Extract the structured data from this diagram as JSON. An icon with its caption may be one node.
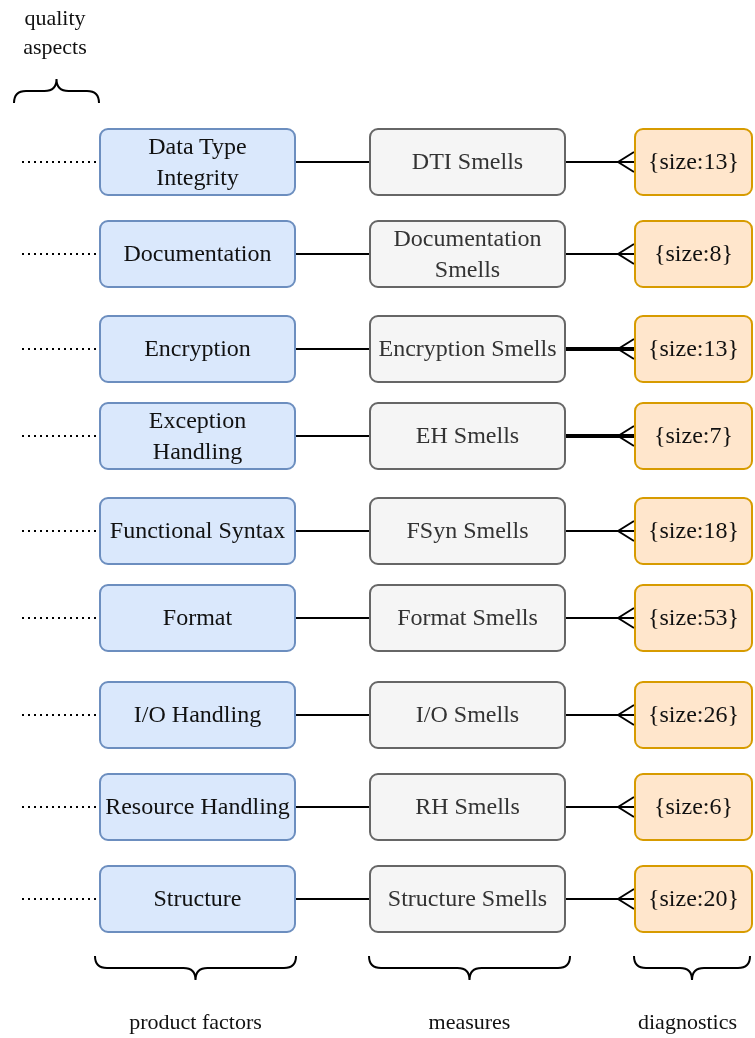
{
  "diagram": {
    "nodes": [
      {
        "text": [
          "Data Type Integrity"
        ]
      },
      {
        "text": [
          "DTI Smells"
        ]
      },
      {
        "text": [
          "{size:13}"
        ]
      },
      {
        "text": [
          "Documentation"
        ]
      },
      {
        "text": [
          "Documentation Smells"
        ]
      },
      {
        "text": [
          "{size:8}"
        ]
      },
      {
        "text": [
          "Encryption"
        ]
      },
      {
        "text": [
          "Encryption Smells"
        ]
      },
      {
        "text": [
          "{size:13}"
        ]
      },
      {
        "text": [
          "Exception Handling"
        ]
      },
      {
        "text": [
          "EH Smells"
        ]
      },
      {
        "text": [
          "{size:7}"
        ]
      },
      {
        "text": [
          "Functional Syntax"
        ]
      },
      {
        "text": [
          "FSyn Smells"
        ]
      },
      {
        "text": [
          "{size:18}"
        ]
      },
      {
        "text": [
          "Format"
        ]
      },
      {
        "text": [
          "Format Smells"
        ]
      },
      {
        "text": [
          "{size:53}"
        ]
      },
      {
        "text": [
          "I/O Handling"
        ]
      },
      {
        "text": [
          "I/O Smells"
        ]
      },
      {
        "text": [
          "{size:26}"
        ]
      },
      {
        "text": [
          "Resource Handling"
        ]
      },
      {
        "text": [
          "RH Smells"
        ]
      },
      {
        "text": [
          "{size:6}"
        ]
      },
      {
        "text": [
          "Structure"
        ]
      },
      {
        "text": [
          "Structure Smells"
        ]
      },
      {
        "text": [
          "{size:20}"
        ]
      }
    ],
    "edges": [
      {
        "from": null,
        "to": 0,
        "arrow": "none",
        "style": "dashed"
      },
      {
        "from": 0,
        "to": 1,
        "arrow": "none"
      },
      {
        "from": 1,
        "to": 2,
        "arrow": "other"
      },
      {
        "from": null,
        "to": 3,
        "arrow": "none",
        "style": "dashed"
      },
      {
        "from": 3,
        "to": 4,
        "arrow": "none"
      },
      {
        "from": 4,
        "to": 5,
        "arrow": "other"
      },
      {
        "from": null,
        "to": 6,
        "arrow": "none",
        "style": "dashed"
      },
      {
        "from": 6,
        "to": 7,
        "arrow": "none"
      },
      {
        "from": 7,
        "to": 8,
        "arrow": "other",
        "style": "thick"
      },
      {
        "from": null,
        "to": 9,
        "arrow": "none",
        "style": "dashed"
      },
      {
        "from": 9,
        "to": 10,
        "arrow": "none"
      },
      {
        "from": 10,
        "to": 11,
        "arrow": "other",
        "style": "thick"
      },
      {
        "from": null,
        "to": 12,
        "arrow": "none",
        "style": "dashed"
      },
      {
        "from": 12,
        "to": 13,
        "arrow": "none"
      },
      {
        "from": 13,
        "to": 14,
        "arrow": "other"
      },
      {
        "from": null,
        "to": 15,
        "arrow": "none",
        "style": "dashed"
      },
      {
        "from": 15,
        "to": 16,
        "arrow": "none"
      },
      {
        "from": 16,
        "to": 17,
        "arrow": "other"
      },
      {
        "from": null,
        "to": 18,
        "arrow": "none",
        "style": "dashed"
      },
      {
        "from": 18,
        "to": 19,
        "arrow": "none"
      },
      {
        "from": 19,
        "to": 20,
        "arrow": "other"
      },
      {
        "from": null,
        "to": 21,
        "arrow": "none",
        "style": "dashed"
      },
      {
        "from": 21,
        "to": 22,
        "arrow": "none"
      },
      {
        "from": 22,
        "to": 23,
        "arrow": "other"
      },
      {
        "from": null,
        "to": 24,
        "arrow": "none",
        "style": "dashed"
      },
      {
        "from": 24,
        "to": 25,
        "arrow": "none"
      },
      {
        "from": 25,
        "to": 26,
        "arrow": "other"
      }
    ],
    "labels": [
      "quality aspects",
      "product factors",
      "measures",
      "diagnostics"
    ]
  }
}
